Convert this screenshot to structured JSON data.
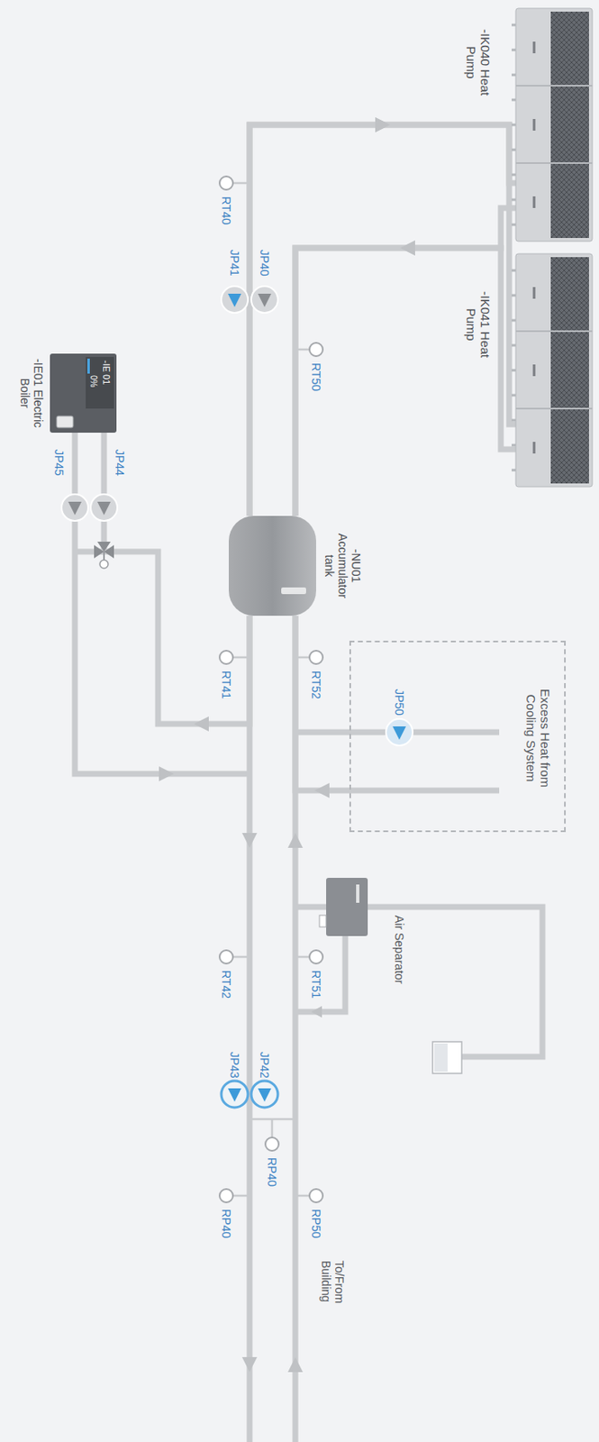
{
  "diagram": {
    "nodes": [
      {
        "text": [
          "-IK040 Heat Pump"
        ]
      },
      {
        "text": [
          "-IK041 Heat Pump"
        ]
      },
      {
        "text": [
          "-NU01 Accumulator tank"
        ]
      },
      {
        "text": [
          "-IE 01",
          "0%",
          "-IE01 Electric Boiler"
        ]
      },
      {
        "text": [
          "Excess Heat from Cooling System"
        ]
      },
      {
        "text": [
          "Air Separator"
        ]
      }
    ],
    "edges": [
      {
        "from": 2,
        "to": 0,
        "arrow": "to"
      },
      {
        "from": 2,
        "to": 1,
        "arrow": "to"
      },
      {
        "from": 0,
        "to": 2,
        "arrow": "to"
      },
      {
        "from": 1,
        "to": 2,
        "arrow": "to"
      },
      {
        "from": 2,
        "to": 3,
        "arrow": "to"
      },
      {
        "from": 4,
        "to": 2,
        "arrow": "to"
      }
    ],
    "labels": [
      "RT40",
      "RT50",
      "JP40",
      "JP41",
      "RT41",
      "RT52",
      "JP50",
      "JP44",
      "JP45",
      "RT42",
      "RT51",
      "JP42",
      "JP43",
      "RP40",
      "RP40",
      "RP50",
      "To/From Building"
    ]
  }
}
